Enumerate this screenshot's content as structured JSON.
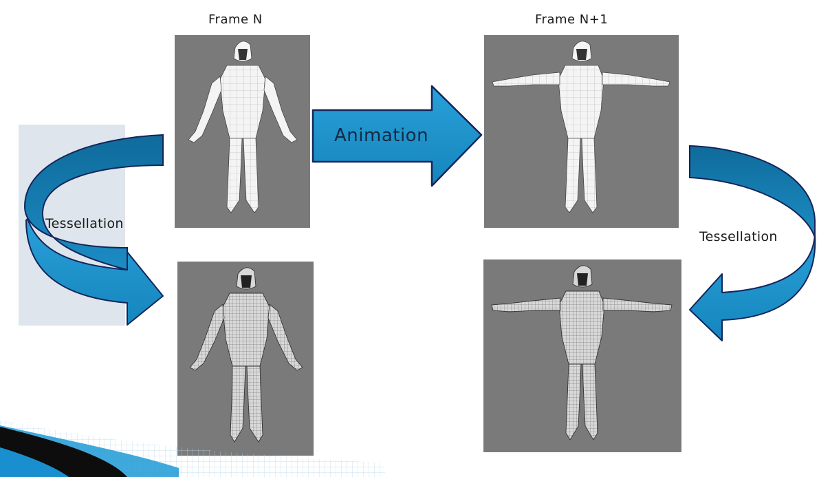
{
  "diagram": {
    "frame_n_title": "Frame N",
    "frame_n1_title": "Frame N+1",
    "animation_label": "Animation",
    "tessellation_left_label": "Tessellation",
    "tessellation_right_label": "Tessellation"
  },
  "colors": {
    "arrow_fill": "#1e8fc6",
    "arrow_fill_dark": "#0d5f8a",
    "arrow_outline": "#13255a",
    "model_bg": "#7a7a7a",
    "panel_bg": "#dee5ec"
  },
  "icons": [
    "humanoid-wireframe-coarse",
    "humanoid-wireframe-dense",
    "arrow-right",
    "curved-arrow"
  ]
}
